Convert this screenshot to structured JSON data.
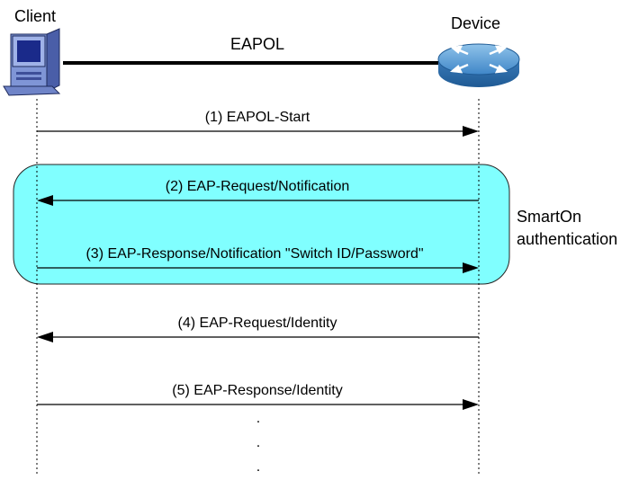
{
  "diagram": {
    "client_label": "Client",
    "device_label": "Device",
    "link_label": "EAPOL",
    "smarton_line1": "SmartOn",
    "smarton_line2": "authentication",
    "continuation": ".",
    "steps": [
      {
        "label": "(1) EAPOL-Start",
        "direction": "to-device"
      },
      {
        "label": "(2) EAP-Request/Notification",
        "direction": "to-client"
      },
      {
        "label": "(3) EAP-Response/Notification \"Switch ID/Password\"",
        "direction": "to-device"
      },
      {
        "label": "(4) EAP-Request/Identity",
        "direction": "to-client"
      },
      {
        "label": "(5) EAP-Response/Identity",
        "direction": "to-device"
      }
    ],
    "colors": {
      "highlight_fill": "#80ffff",
      "line": "#000000"
    }
  }
}
